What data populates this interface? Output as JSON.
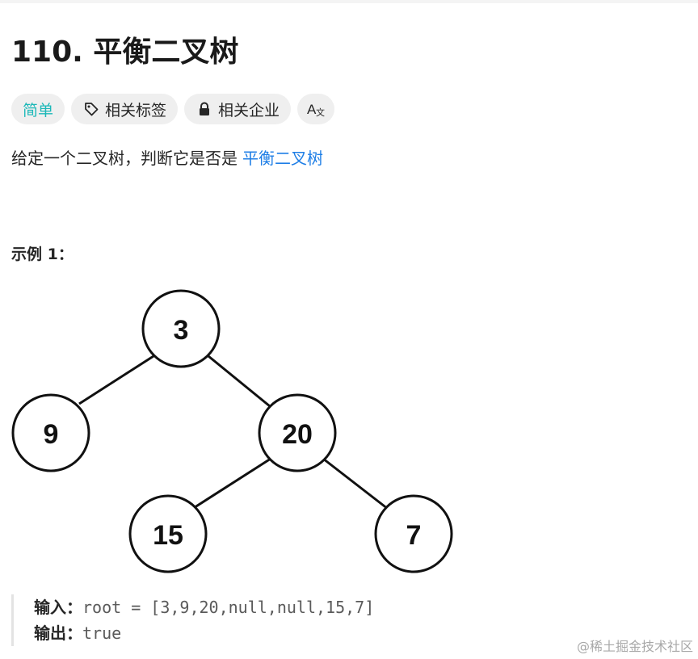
{
  "title": "110. 平衡二叉树",
  "tags": {
    "difficulty": "简单",
    "related_topics": "相关标签",
    "related_companies": "相关企业",
    "translate": "A文"
  },
  "icons": {
    "related_topics": "tag-icon",
    "related_companies": "lock-icon",
    "translate": "translate-icon"
  },
  "colors": {
    "difficulty": "#1cb8b8",
    "link": "#1e7ee6"
  },
  "description": {
    "text": "给定一个二叉树，判断它是否是",
    "link_text": "平衡二叉树"
  },
  "example": {
    "heading": "示例 1：",
    "tree_nodes": [
      "3",
      "9",
      "20",
      "15",
      "7"
    ],
    "input_label": "输入：",
    "input_value": "root = [3,9,20,null,null,15,7]",
    "output_label": "输出：",
    "output_value": "true"
  },
  "watermark": "@稀土掘金技术社区"
}
